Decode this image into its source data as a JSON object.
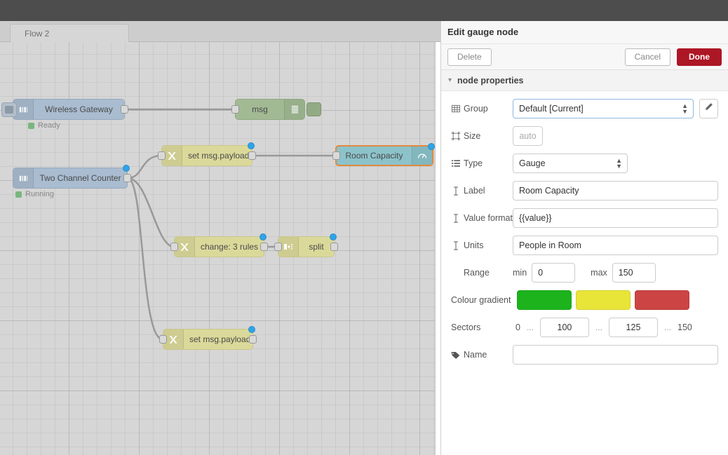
{
  "workspace": {
    "tab_label": "Flow 2",
    "nodes": [
      {
        "id": "wireless-gateway",
        "label": "Wireless Gateway",
        "status": "Ready",
        "icon": "pulse-icon"
      },
      {
        "id": "two-channel-counter",
        "label": "Two Channel Counter",
        "status": "Running",
        "icon": "pulse-icon"
      },
      {
        "id": "debug-msg",
        "label": "msg",
        "icon": "debug-icon"
      },
      {
        "id": "set-msg-payload-1",
        "label": "set msg.payload",
        "icon": "change-icon"
      },
      {
        "id": "room-capacity",
        "label": "Room Capacity",
        "icon": "gauge-icon"
      },
      {
        "id": "change-3-rules",
        "label": "change: 3 rules",
        "icon": "change-icon"
      },
      {
        "id": "split",
        "label": "split",
        "icon": "split-icon"
      },
      {
        "id": "set-msg-payload-2",
        "label": "set msg.payload",
        "icon": "change-icon"
      }
    ]
  },
  "panel": {
    "title": "Edit gauge node",
    "buttons": {
      "delete": "Delete",
      "cancel": "Cancel",
      "done": "Done"
    },
    "section_header": "node properties",
    "fields": {
      "group": {
        "label": "Group",
        "value": "Default [Current]",
        "icon": "table-icon"
      },
      "size": {
        "label": "Size",
        "placeholder": "auto",
        "value": "",
        "icon": "object-group-icon"
      },
      "type": {
        "label": "Type",
        "value": "Gauge",
        "icon": "list-icon"
      },
      "label": {
        "label": "Label",
        "value": "Room Capacity",
        "icon": "text-cursor-icon"
      },
      "value_format": {
        "label": "Value format",
        "value": "{{value}}",
        "icon": "text-cursor-icon"
      },
      "units": {
        "label": "Units",
        "value": "People in Room",
        "icon": "text-cursor-icon"
      },
      "range": {
        "label": "Range",
        "min_label": "min",
        "min_value": "0",
        "max_label": "max",
        "max_value": "150"
      },
      "colour_gradient": {
        "label": "Colour gradient",
        "colors": [
          "#1cb31c",
          "#e8e438",
          "#cc4444"
        ]
      },
      "sectors": {
        "label": "Sectors",
        "start": "0",
        "sep": "...",
        "stop1": "100",
        "stop2": "125",
        "end": "150"
      },
      "name": {
        "label": "Name",
        "value": "",
        "placeholder": "",
        "icon": "tag-icon"
      }
    }
  }
}
